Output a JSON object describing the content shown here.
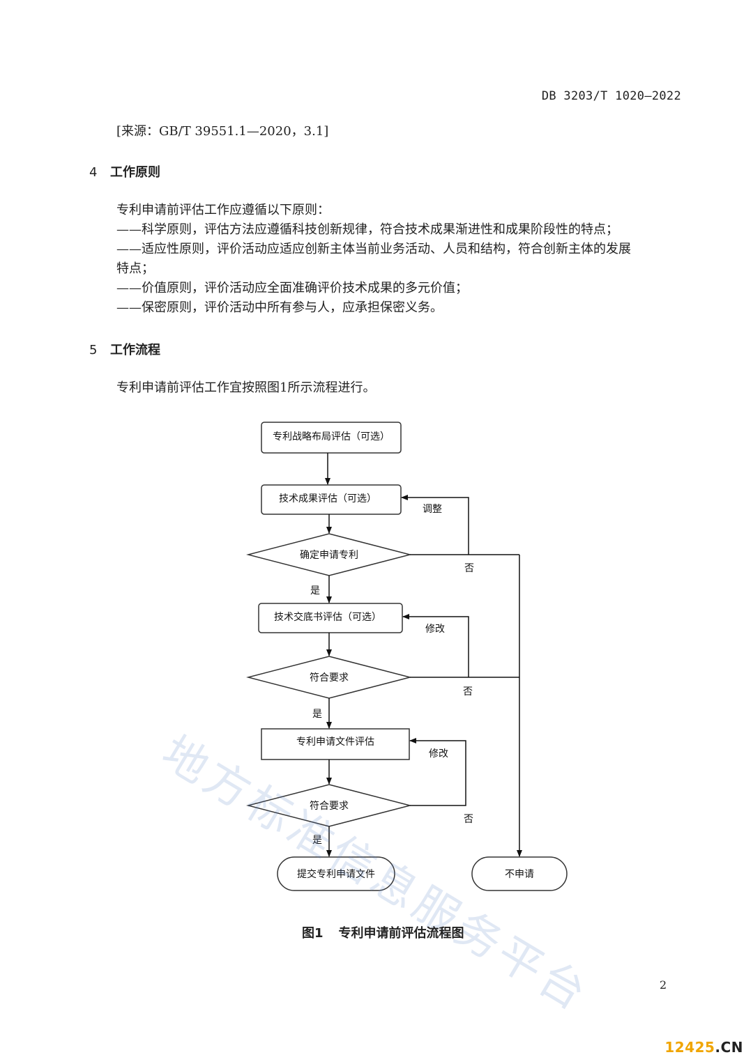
{
  "header": {
    "doc_id": "DB 3203/T 1020—2022"
  },
  "source_note": "[来源：GB/T 39551.1—2020，3.1]",
  "section4": {
    "number": "4",
    "title": "工作原则",
    "intro": "专利申请前评估工作应遵循以下原则：",
    "items": [
      "——科学原则，评估方法应遵循科技创新规律，符合技术成果渐进性和成果阶段性的特点；",
      "——适应性原则，评价活动应适应创新主体当前业务活动、人员和结构，符合创新主体的发展",
      "特点；",
      "——价值原则，评价活动应全面准确评价技术成果的多元价值；",
      "——保密原则，评价活动中所有参与人，应承担保密义务。"
    ]
  },
  "section5": {
    "number": "5",
    "title": "工作流程",
    "intro": "专利申请前评估工作宜按照图1所示流程进行。"
  },
  "flowchart": {
    "nodes": {
      "strategy": "专利战略布局评估（可选）",
      "tech_result": "技术成果评估（可选）",
      "decide": "确定申请专利",
      "disclosure": "技术交底书评估（可选）",
      "check1": "符合要求",
      "app_docs": "专利申请文件评估",
      "check2": "符合要求",
      "submit": "提交专利申请文件",
      "no_apply": "不申请"
    },
    "edge_labels": {
      "adjust": "调整",
      "no1": "否",
      "yes1": "是",
      "modify1": "修改",
      "no2": "否",
      "yes2": "是",
      "modify2": "修改",
      "no3": "否",
      "yes3": "是"
    }
  },
  "caption": {
    "label": "图1",
    "title": "专利申请前评估流程图"
  },
  "page_number": "2",
  "watermark": "地方标准信息服务平台",
  "footer_logo": {
    "num": "12425",
    "tld": ".CN"
  }
}
